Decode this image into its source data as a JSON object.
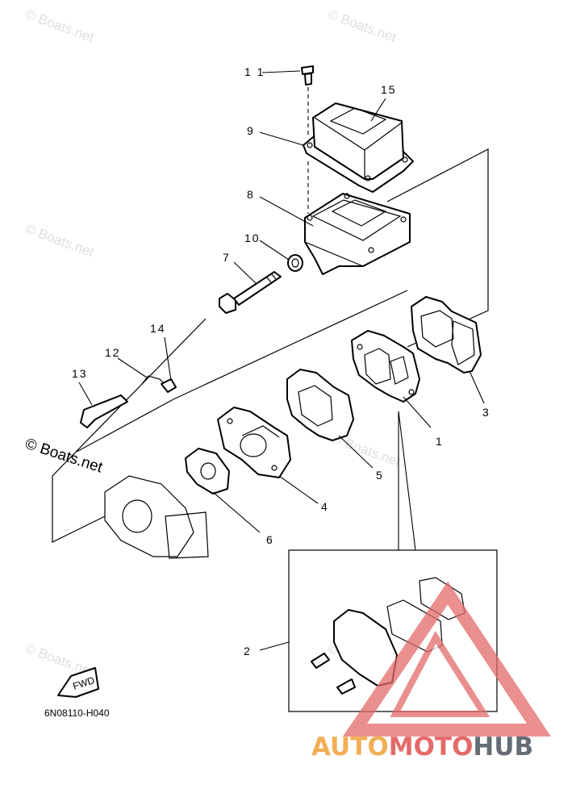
{
  "parts": {
    "p1": "1",
    "p2": "2",
    "p3": "3",
    "p4": "4",
    "p5": "5",
    "p6": "6",
    "p7": "7",
    "p8": "8",
    "p9": "9",
    "p10": "10",
    "p11": "1 1",
    "p12": "12",
    "p13": "13",
    "p14": "14",
    "p15": "15"
  },
  "watermark": "© Boats.net",
  "drawing_code": "6N08110-H040",
  "fwd_label": "FWD",
  "logo": {
    "part1": "AUTO",
    "part2": "MOTO",
    "part3": "HUB"
  },
  "colors": {
    "logo_orange": "#f2ae55",
    "logo_red": "#e46a6a",
    "logo_gray": "#666c73"
  }
}
